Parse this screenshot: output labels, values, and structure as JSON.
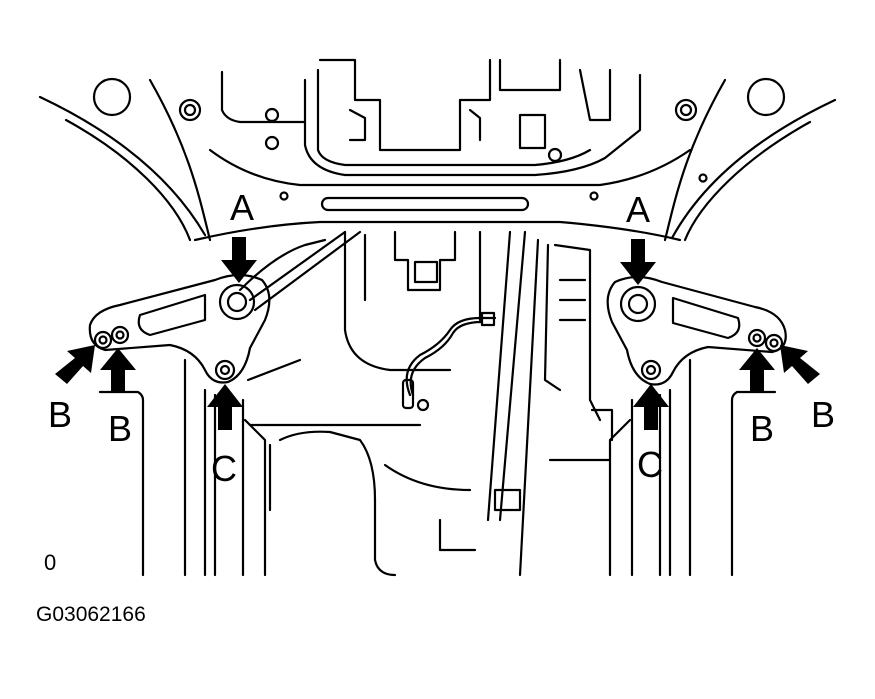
{
  "diagram": {
    "callouts": {
      "a_left": "A",
      "a_right": "A",
      "b_left_outer": "B",
      "b_left_inner": "B",
      "b_right_inner": "B",
      "b_right_outer": "B",
      "c_left": "C",
      "c_right": "C"
    },
    "corner_mark": "0",
    "figure_code": "G03062166"
  },
  "colors": {
    "line": "#000000",
    "background": "#ffffff"
  }
}
